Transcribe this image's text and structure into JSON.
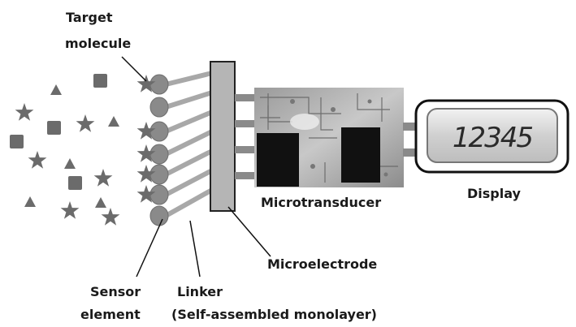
{
  "labels": {
    "target_line1": "Target",
    "target_line2": "molecule",
    "microtransducer": "Microtransducer",
    "display": "Display",
    "microelectrode": "Microelectrode",
    "sensor_line1": "Sensor",
    "sensor_line2": "element",
    "linker_line1": "Linker",
    "linker_line2": "(Self-assembled monolayer)"
  },
  "display": {
    "value": "12345"
  },
  "icons": {
    "target_shapes": [
      "star-icon",
      "triangle-icon",
      "square-icon"
    ]
  },
  "colors": {
    "molecule": "#6b6b6b",
    "sensor": "#8a8a8a",
    "linker": "#a8a8a8",
    "electrode": "#b5b5b5",
    "chip": "#111111"
  }
}
